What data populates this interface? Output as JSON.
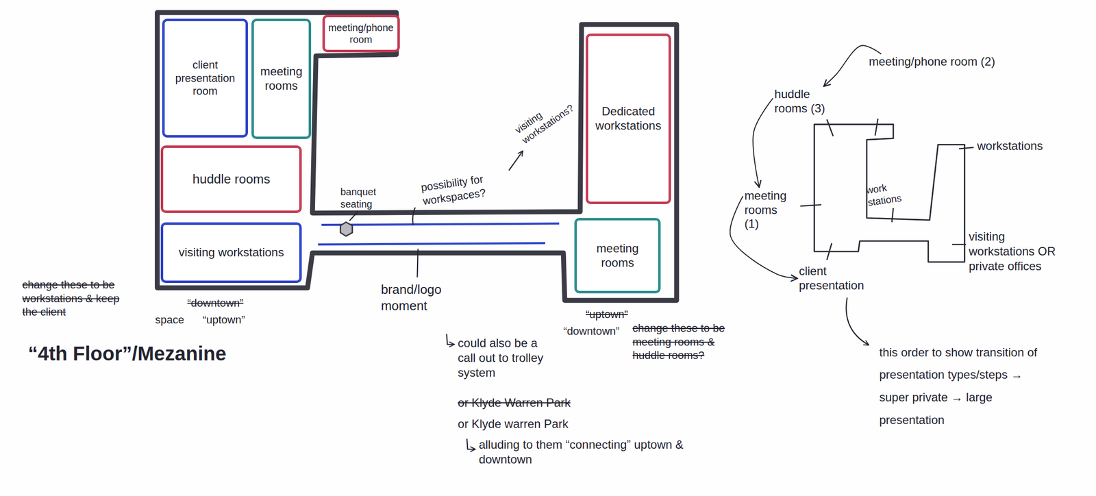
{
  "diagram": {
    "nodes": [
      {
        "text": [
          "client presentation room"
        ]
      },
      {
        "text": [
          "meeting rooms"
        ]
      },
      {
        "text": [
          "meeting/phone room"
        ]
      },
      {
        "text": [
          "huddle rooms"
        ]
      },
      {
        "text": [
          "visiting workstations"
        ]
      },
      {
        "text": [
          "Dedicated workstations"
        ]
      },
      {
        "text": [
          "meeting rooms"
        ]
      },
      {
        "text": [
          "huddle rooms (3)"
        ]
      },
      {
        "text": [
          "meeting/phone room (2)"
        ]
      },
      {
        "text": [
          "meeting rooms (1)"
        ]
      },
      {
        "text": [
          "client presentation"
        ]
      }
    ],
    "edges": [
      {
        "from": 8,
        "to": 7,
        "arrow": "to"
      },
      {
        "from": 7,
        "to": 9,
        "arrow": "to"
      },
      {
        "from": 9,
        "to": 10,
        "arrow": "to"
      }
    ],
    "labels": [
      "banquet seating",
      "possibility for workspaces?",
      "visiting workstations?",
      "change these to be workstations & keep the client",
      "“downtown”",
      "space",
      "“uptown”",
      "brand/logo moment",
      "“uptown”",
      "“downtown”",
      "change these to be meeting rooms & huddle rooms?",
      "“4th Floor”/Mezanine",
      "could also be a call out to trolley system",
      "or Klyde Warren Park",
      "or Klyde warren Park",
      "alluding to them “connecting” uptown & downtown",
      "workstations",
      "work stations",
      "visiting workstations OR private offices",
      "this order to show transition of presentation types/steps → super private → large presentation"
    ]
  }
}
